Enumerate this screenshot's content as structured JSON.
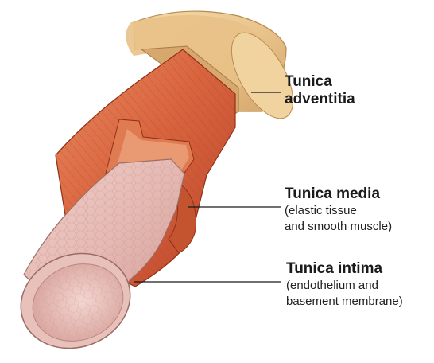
{
  "labels": {
    "adventitia": {
      "line1": "Tunica",
      "line2": "adventitia"
    },
    "media": {
      "title": "Tunica media",
      "desc_line1": "(elastic tissue",
      "desc_line2": "and smooth muscle)"
    },
    "intima": {
      "title": "Tunica intima",
      "desc_line1": "(endothelium and",
      "desc_line2": "basement membrane)"
    }
  },
  "colors": {
    "adventitia": "#e9c58d",
    "media": "#d9653f",
    "intima": "#e6b9b3",
    "leader_line": "#1a1a1a"
  }
}
